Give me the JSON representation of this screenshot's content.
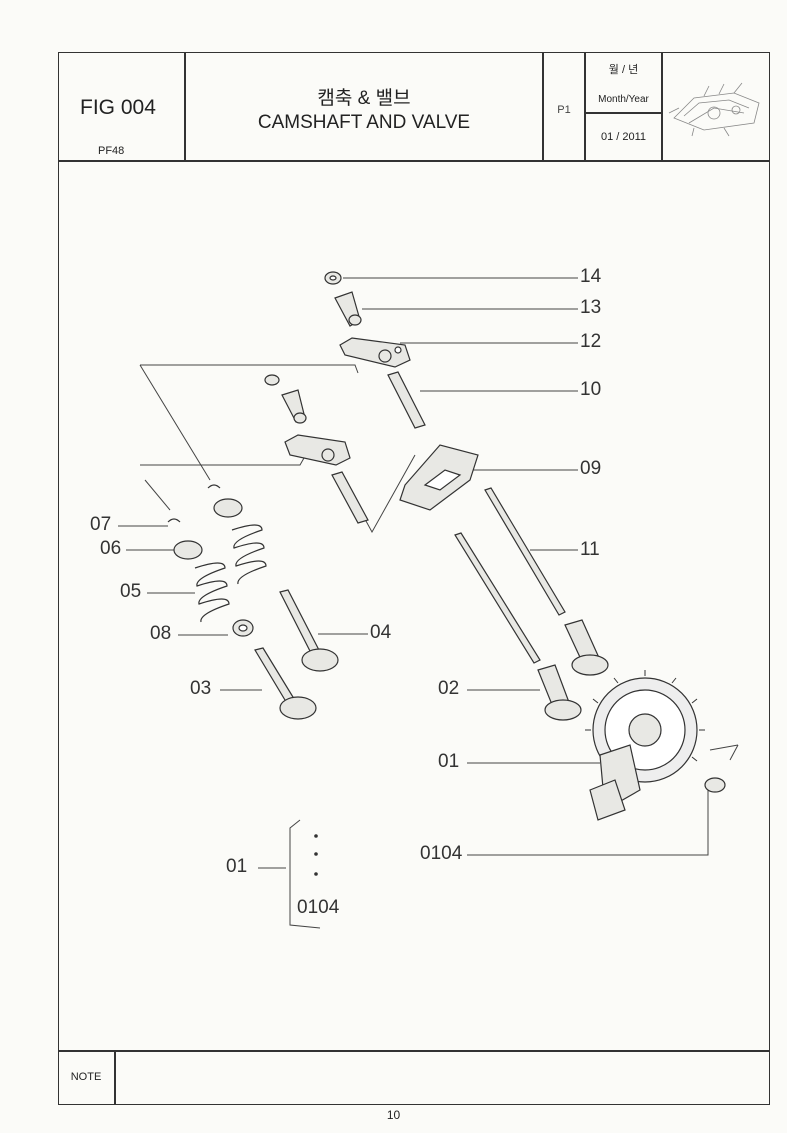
{
  "header": {
    "figure_number": "FIG 004",
    "model": "PF48",
    "title_korean": "캠축 & 밸브",
    "title_english": "CAMSHAFT AND VALVE",
    "page_code": "P1",
    "month_year_korean": "월 / 년",
    "month_year_label": "Month/Year",
    "month_year_value": "01 / 2011"
  },
  "callouts": {
    "c14": "14",
    "c13": "13",
    "c12": "12",
    "c10": "10",
    "c09": "09",
    "c11": "11",
    "c07": "07",
    "c06": "06",
    "c05": "05",
    "c08": "08",
    "c04": "04",
    "c03": "03",
    "c02": "02",
    "c01": "01",
    "c0104": "0104"
  },
  "legend": {
    "from": "01",
    "to": "0104"
  },
  "footer": {
    "note_label": "NOTE",
    "page_number": "10"
  }
}
